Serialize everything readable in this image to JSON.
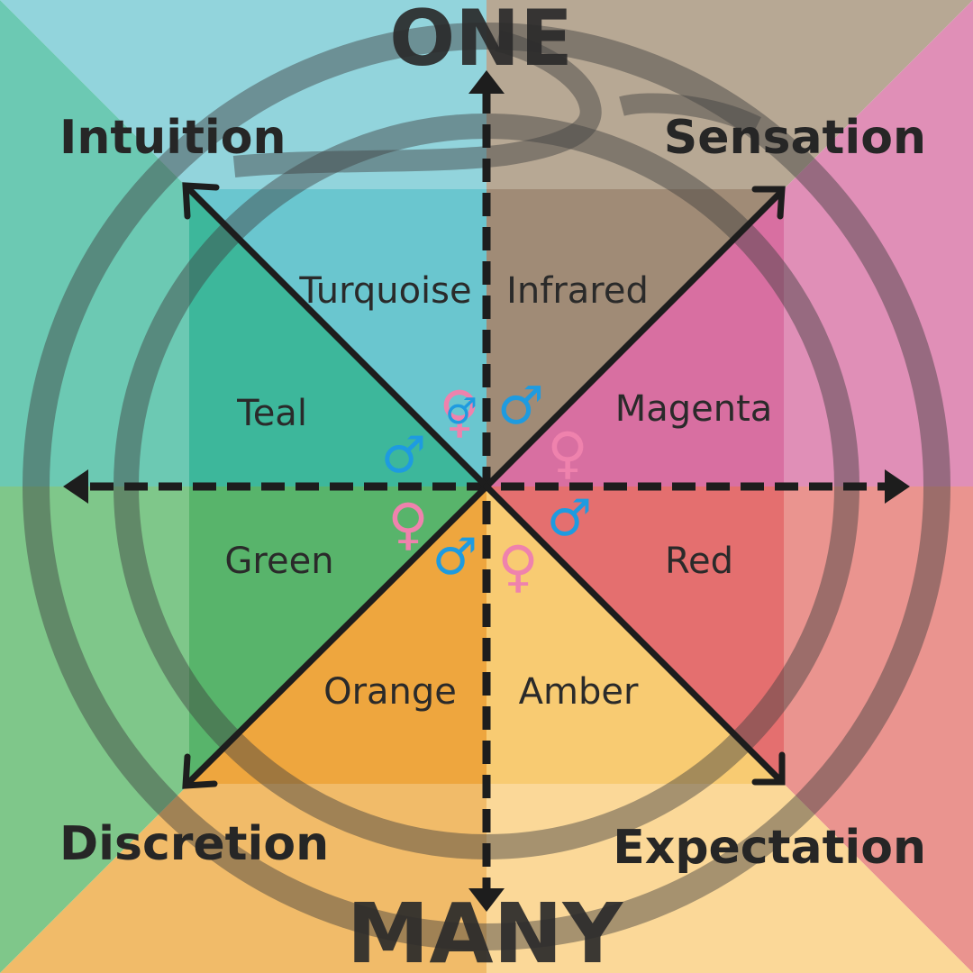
{
  "axes": {
    "top": "ONE",
    "bottom": "MANY"
  },
  "corners": {
    "top_left": "Intuition",
    "top_right": "Sensation",
    "bottom_left": "Discretion",
    "bottom_right": "Expectation"
  },
  "segments": [
    {
      "id": "turquoise",
      "label": "Turquoise",
      "color": "#6ac6cf"
    },
    {
      "id": "infrared",
      "label": "Infrared",
      "color": "#a08b76"
    },
    {
      "id": "magenta",
      "label": "Magenta",
      "color": "#d86fa1"
    },
    {
      "id": "red",
      "label": "Red",
      "color": "#e46f6f"
    },
    {
      "id": "amber",
      "label": "Amber",
      "color": "#f8cb72"
    },
    {
      "id": "orange",
      "label": "Orange",
      "color": "#eea63e"
    },
    {
      "id": "green",
      "label": "Green",
      "color": "#58b46b"
    },
    {
      "id": "teal",
      "label": "Teal",
      "color": "#3db79b"
    }
  ],
  "symbols": {
    "male": "♂",
    "female": "♀",
    "male_color": "#1e9be0",
    "female_color": "#ef82ad"
  },
  "colors": {
    "outer_top_left": "#92d4dc",
    "outer_top_right": "#b7a894",
    "outer_right_top": "#e08fb7",
    "outer_right_bottom": "#ea948f",
    "outer_bottom_right": "#fbd898",
    "outer_bottom_left": "#f1bb69",
    "outer_left_bottom": "#7fc78a",
    "outer_left_top": "#6cc9b3",
    "line": "#1d1d1d",
    "ring": "#3d3d3d"
  }
}
